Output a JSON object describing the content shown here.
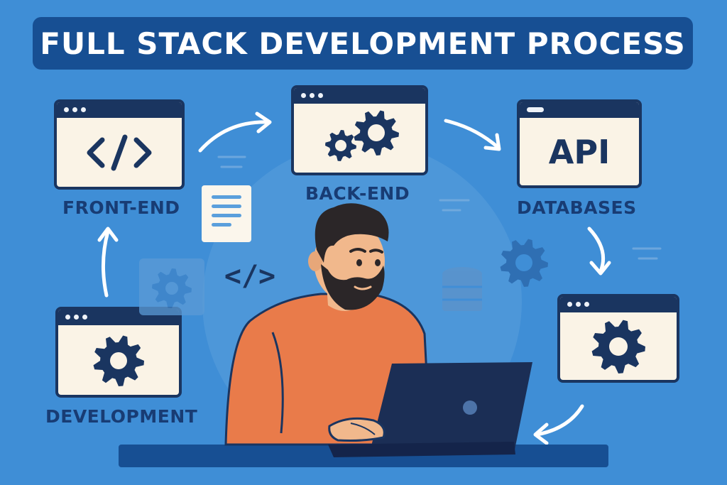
{
  "title": "FULL STACK DEVELOPMENT PROCESS",
  "stages": {
    "front_end": "FRONT-END",
    "back_end": "BACK-END",
    "databases": "DATABASES",
    "development": "DEVELOPMENT"
  },
  "api_window_text": "API",
  "code_glyph": "</>",
  "icons": [
    "code-icon",
    "gears-icon",
    "gear-icon",
    "database-icon",
    "document-icon"
  ],
  "colors": {
    "background": "#3f8ed6",
    "title_bar": "#174f93",
    "navy": "#1a3560",
    "window_fill": "#faf3e6",
    "label_text": "#183c74",
    "shirt": "#e97b4a",
    "skin": "#f1b88c",
    "hair": "#2b2628",
    "laptop": "#1b2e55"
  }
}
